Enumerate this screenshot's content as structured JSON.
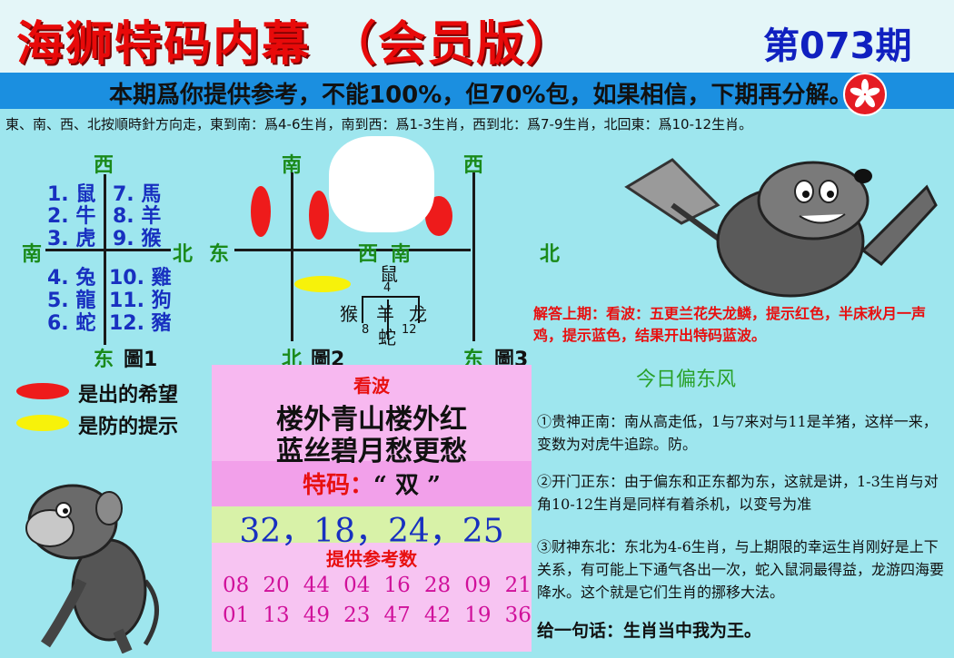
{
  "header": {
    "title": "海狮特码内幕 （会员版）",
    "issue": "第073期",
    "banner": "本期爲你提供参考，不能100%，但70%包，如果相信，下期再分解。",
    "direction_note": "東、南、西、北按順時針方向走，東到南：爲4-6生肖，南到西：爲1-3生肖，西到北：爲7-9生肖，北回東：爲10-12生肖。"
  },
  "figure1": {
    "west": "西",
    "south": "南",
    "north": "北",
    "east": "东",
    "caption": "圖1",
    "left_top": [
      "1. 鼠",
      "2. 牛",
      "3. 虎"
    ],
    "right_top": [
      "7. 馬",
      "8. 羊",
      "9. 猴"
    ],
    "left_bottom": [
      "4. 兔",
      "5. 龍",
      "6. 蛇"
    ],
    "right_bottom": [
      "10. 雞",
      "11. 狗",
      "12. 豬"
    ]
  },
  "figure2": {
    "south": "南",
    "east": "东",
    "north": "北",
    "caption": "圖2",
    "center_west": "西",
    "center_south": "南",
    "z_top": "鼠",
    "n_top": "4",
    "z_left": "猴",
    "z_mid": "羊",
    "z_right": "龙",
    "n_left": "8",
    "z_bottom": "蛇",
    "n_right": "12"
  },
  "figure3": {
    "west": "西",
    "north_right": "北",
    "east": "东",
    "caption": "圖3"
  },
  "legend": {
    "hope": "是出的希望",
    "hint": "是防的提示"
  },
  "center": {
    "heading": "看波",
    "poem_line1": "楼外青山楼外红",
    "poem_line2": "蓝丝碧月愁更愁",
    "tema_label": "特码：",
    "tema_value": "“ 双 ”",
    "selection": "32，18，24，25",
    "ref_heading": "提供参考数",
    "ref_row1": [
      "08",
      "20",
      "44",
      "04",
      "16",
      "28",
      "09",
      "21"
    ],
    "ref_row2": [
      "01",
      "13",
      "49",
      "23",
      "47",
      "42",
      "19",
      "36"
    ]
  },
  "right": {
    "last_answer": "解答上期：看波：五更兰花失龙鳞，提示红色，半床秋月一声鸡，提示蓝色，结果开出特码蓝波。",
    "wind": "今日偏东风",
    "p1": "①贵神正南：南从高走低，1与7来对与11是羊猪，这样一来，变数为对虎牛追踪。防。",
    "p2": "②开门正东：由于偏东和正东都为东，这就是讲，1-3生肖与对角10-12生肖是同样有着杀机，以变号为准",
    "p3": "③财神东北：东北为4-6生肖，与上期限的幸运生肖刚好是上下关系，有可能上下通气各出一次，蛇入鼠洞最得益，龙游四海要降水。这个就是它们生肖的挪移大法。",
    "summary": "给一句话：生肖当中我为王。"
  },
  "colors": {
    "title_red": "#e80a0a",
    "issue_blue": "#1020c0",
    "banner_blue": "#1b8fe0",
    "background_cyan": "#9ee6ee",
    "hope_red": "#ee1b1b",
    "hint_yellow": "#f7f20a"
  }
}
